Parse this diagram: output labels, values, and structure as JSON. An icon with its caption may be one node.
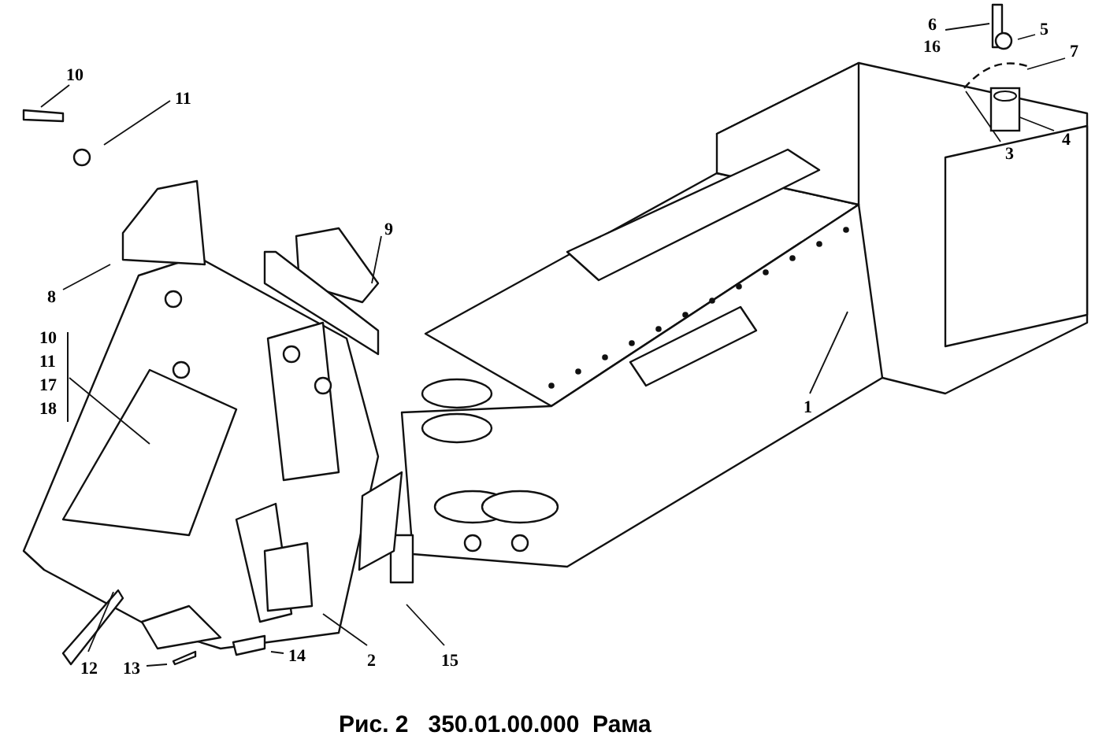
{
  "diagram": {
    "caption": "Рис. 2   350.01.00.000  Рама",
    "nodes": [
      {
        "text": [
          "10"
        ]
      },
      {
        "text": [
          "11"
        ]
      },
      {
        "text": [
          "6"
        ]
      },
      {
        "text": [
          "5"
        ]
      },
      {
        "text": [
          "7"
        ]
      },
      {
        "text": [
          "4"
        ]
      },
      {
        "text": [
          "3"
        ]
      },
      {
        "text": [
          "9"
        ]
      },
      {
        "text": [
          "8"
        ]
      },
      {
        "text": [
          "1"
        ]
      },
      {
        "text": [
          "10",
          "11",
          "17",
          "18"
        ]
      },
      {
        "text": [
          "12"
        ]
      },
      {
        "text": [
          "13"
        ]
      },
      {
        "text": [
          "14"
        ]
      },
      {
        "text": [
          "2"
        ]
      },
      {
        "text": [
          "15"
        ]
      },
      {
        "text": [],
        "shape": "picture"
      }
    ],
    "edges": [
      {
        "from": 0,
        "to": null,
        "arrow": "none"
      },
      {
        "from": 1,
        "to": null,
        "arrow": "none"
      },
      {
        "from": 2,
        "to": null,
        "arrow": "none"
      },
      {
        "from": 3,
        "to": null,
        "arrow": "none"
      },
      {
        "from": 4,
        "to": null,
        "arrow": "none"
      },
      {
        "from": 5,
        "to": 16,
        "arrow": "none"
      },
      {
        "from": 6,
        "to": null,
        "arrow": "none"
      },
      {
        "from": 7,
        "to": null,
        "arrow": "none"
      },
      {
        "from": 8,
        "to": null,
        "arrow": "none"
      },
      {
        "from": 9,
        "to": null,
        "arrow": "none"
      },
      {
        "from": 10,
        "to": null,
        "arrow": "none"
      },
      {
        "from": 11,
        "to": null,
        "arrow": "none"
      },
      {
        "from": 12,
        "to": null,
        "arrow": "none"
      },
      {
        "from": 13,
        "to": null,
        "arrow": "none"
      },
      {
        "from": 14,
        "to": null,
        "arrow": "none"
      },
      {
        "from": 15,
        "to": null,
        "arrow": "none"
      }
    ],
    "labels": [
      "16"
    ]
  }
}
